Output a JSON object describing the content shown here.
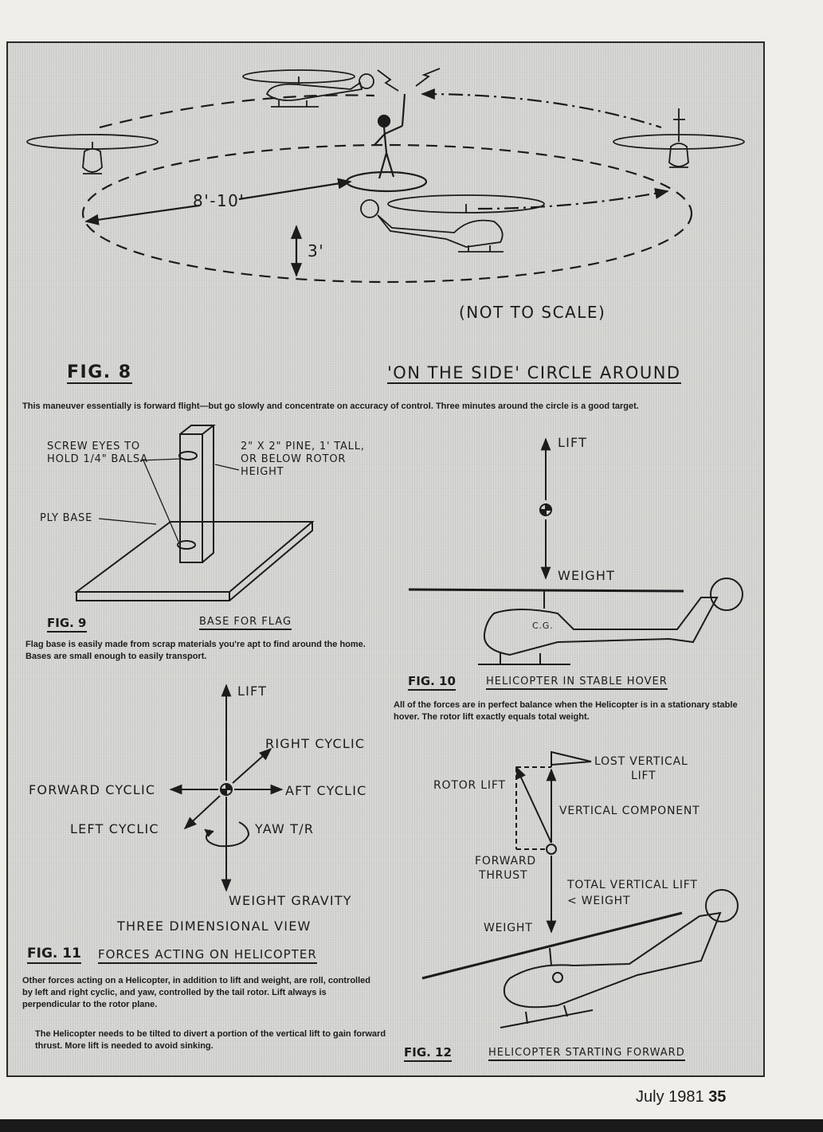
{
  "fig8": {
    "distance_label": "8'-10'",
    "height_label": "3'",
    "scale_note": "(NOT TO SCALE)",
    "fig_label": "FIG. 8",
    "title": "'ON THE SIDE' CIRCLE AROUND",
    "caption": "This maneuver essentially is forward flight—but go slowly and concentrate on accuracy of control. Three minutes around the circle is a good target."
  },
  "fig9": {
    "screw_label_1": "SCREW EYES TO",
    "screw_label_2": "HOLD 1/4\" BALSA",
    "pine_label_1": "2\" X 2\" PINE, 1' TALL,",
    "pine_label_2": "OR BELOW ROTOR",
    "pine_label_3": "HEIGHT",
    "ply_label": "PLY BASE",
    "fig_label": "FIG. 9",
    "title": "BASE FOR FLAG",
    "caption": "Flag base is easily made from scrap materials you're apt to find around the home. Bases are small enough to easily transport."
  },
  "fig10": {
    "lift": "LIFT",
    "weight": "WEIGHT",
    "cg": "C.G.",
    "fig_label": "FIG. 10",
    "title": "HELICOPTER IN STABLE HOVER",
    "caption": "All of the forces are in perfect balance when the Helicopter is in a stationary stable hover. The rotor lift exactly equals total weight."
  },
  "fig11": {
    "lift": "LIFT",
    "right_cyclic": "RIGHT CYCLIC",
    "forward_cyclic": "FORWARD CYCLIC",
    "aft_cyclic": "AFT CYCLIC",
    "left_cyclic": "LEFT CYCLIC",
    "yaw": "YAW T/R",
    "weight_gravity": "WEIGHT GRAVITY",
    "view_label": "THREE DIMENSIONAL VIEW",
    "fig_label": "FIG. 11",
    "title": "FORCES ACTING ON HELICOPTER",
    "caption": "Other forces acting on a Helicopter, in addition to lift and weight, are roll, controlled by left and right cyclic, and yaw, controlled by the tail rotor. Lift always is perpendicular to the rotor plane.",
    "caption2": "The Helicopter needs to be tilted to divert a portion of the vertical lift to gain forward thrust. More lift is needed to avoid sinking."
  },
  "fig12": {
    "lost_vertical_1": "LOST VERTICAL",
    "lost_vertical_2": "LIFT",
    "rotor_lift": "ROTOR LIFT",
    "vertical_component": "VERTICAL COMPONENT",
    "forward_thrust_1": "FORWARD",
    "forward_thrust_2": "THRUST",
    "total_vertical_1": "TOTAL VERTICAL LIFT",
    "total_vertical_2": "< WEIGHT",
    "weight": "WEIGHT",
    "fig_label": "FIG. 12",
    "title": "HELICOPTER STARTING FORWARD"
  },
  "footer": {
    "date": "July 1981",
    "page": "35"
  }
}
